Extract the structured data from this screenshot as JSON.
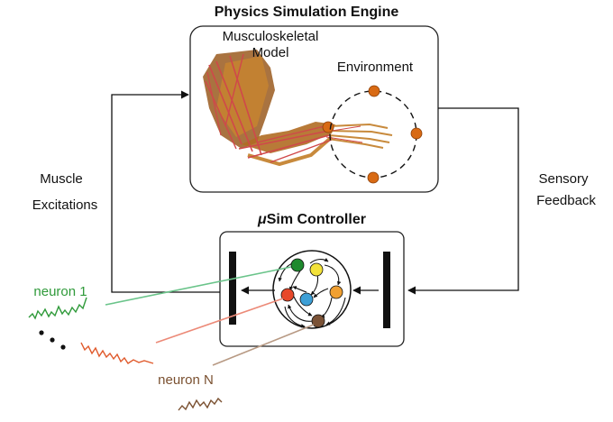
{
  "title": "Physics Simulation Engine",
  "model_label_line1": "Musculoskeletal",
  "model_label_line2": "Model",
  "environment_label": "Environment",
  "controller_title_mu": "μ",
  "controller_title_rest": "Sim Controller",
  "left_arrow_label_line1": "Muscle",
  "left_arrow_label_line2": "Excitations",
  "right_arrow_label_line1": "Sensory",
  "right_arrow_label_line2": "Feedback",
  "neuron_first_label": "neuron 1",
  "neuron_last_label": "neuron N",
  "colors": {
    "neuron_green": "#2f9a3a",
    "neuron_red": "#e05a2c",
    "neuron_brown": "#7a5030",
    "node_green": "#1e8a2e",
    "node_yellow": "#f3e23a",
    "node_red": "#e8482a",
    "node_blue": "#3d9fd6",
    "node_orange": "#f0a032",
    "node_brown": "#7a5236",
    "target_ball": "#d86a14",
    "muscle": "#d0484a",
    "bone": "#c88a3c"
  }
}
